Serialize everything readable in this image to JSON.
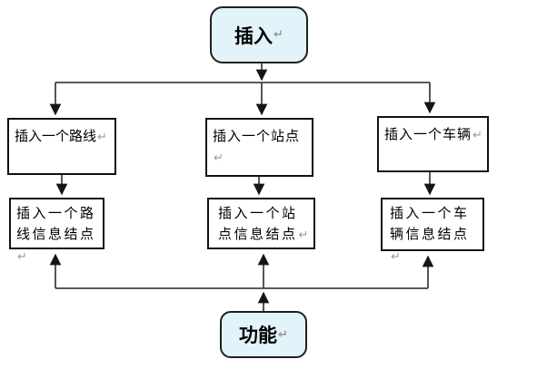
{
  "diagram": {
    "title": "insert-function-flowchart",
    "paragraph_mark": "↵",
    "root": {
      "label": "插入"
    },
    "bottom": {
      "label": "功能"
    },
    "row1": [
      {
        "label": "插入一个路线"
      },
      {
        "label": "插入一个站点"
      },
      {
        "label": "插入一个车辆"
      }
    ],
    "row2": [
      {
        "label": "插入一个路线信息结点",
        "lines": [
          "插入一个路",
          "线信息结点"
        ]
      },
      {
        "label": "插入一个站点信息结点",
        "lines": [
          "插入一个站",
          "点信息结点"
        ]
      },
      {
        "label": "插入一个车辆信息结点",
        "lines": [
          "插入一个车",
          "辆信息结点"
        ]
      }
    ],
    "colors": {
      "terminal_fill": "#e2f3f9",
      "box_border": "#111111",
      "connector_line": "#434343",
      "arrowhead": "#151515",
      "paragraph_mark": "#9a9a9a",
      "background": "#ffffff"
    }
  }
}
